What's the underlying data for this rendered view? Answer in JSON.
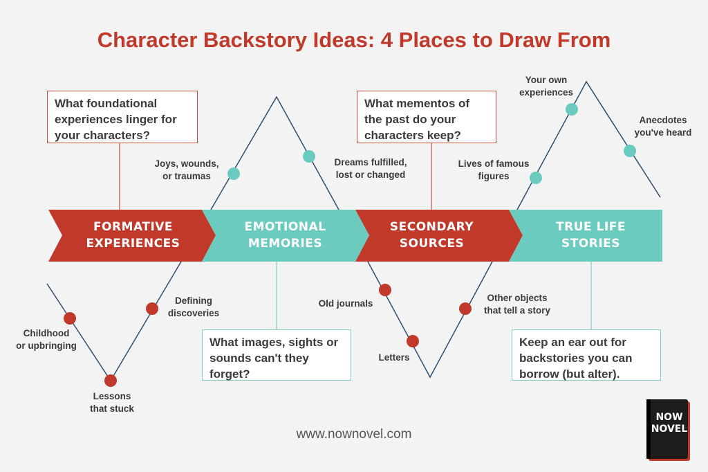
{
  "title": "Character Backstory Ideas: 4 Places to Draw From",
  "sections": [
    {
      "line1": "FORMATIVE",
      "line2": "EXPERIENCES",
      "color": "#c0392b"
    },
    {
      "line1": "EMOTIONAL",
      "line2": "MEMORIES",
      "color": "#6ccbbf"
    },
    {
      "line1": "SECONDARY",
      "line2": "SOURCES",
      "color": "#c0392b"
    },
    {
      "line1": "TRUE LIFE",
      "line2": "STORIES",
      "color": "#6ccbbf"
    }
  ],
  "questions": [
    {
      "text": "What foundational experiences linger for your characters?"
    },
    {
      "text": "What images, sights or sounds can't they forget?"
    },
    {
      "text": "What mementos of the past do your characters keep?"
    },
    {
      "text": "Keep an ear out for backstories you can borrow (but alter)."
    }
  ],
  "points": {
    "childhood": {
      "l1": "Childhood",
      "l2": "or upbringing"
    },
    "lessons": {
      "l1": "Lessons",
      "l2": "that stuck"
    },
    "defining": {
      "l1": "Defining",
      "l2": "discoveries"
    },
    "joys": {
      "l1": "Joys, wounds,",
      "l2": "or traumas"
    },
    "dreams": {
      "l1": "Dreams fulfilled,",
      "l2": "lost or changed"
    },
    "journals": {
      "l1": "Old journals"
    },
    "letters": {
      "l1": "Letters"
    },
    "objects": {
      "l1": "Other objects",
      "l2": "that tell a story"
    },
    "famous": {
      "l1": "Lives of famous",
      "l2": "figures"
    },
    "own": {
      "l1": "Your own",
      "l2": "experiences"
    },
    "anecdotes": {
      "l1": "Anecdotes",
      "l2": "you've heard"
    }
  },
  "footer": "www.nownovel.com",
  "brand": {
    "l1": "NOW",
    "l2": "NOVEL"
  },
  "colors": {
    "red": "#c0392b",
    "teal": "#6ccbbf",
    "title": "#c0392b"
  }
}
